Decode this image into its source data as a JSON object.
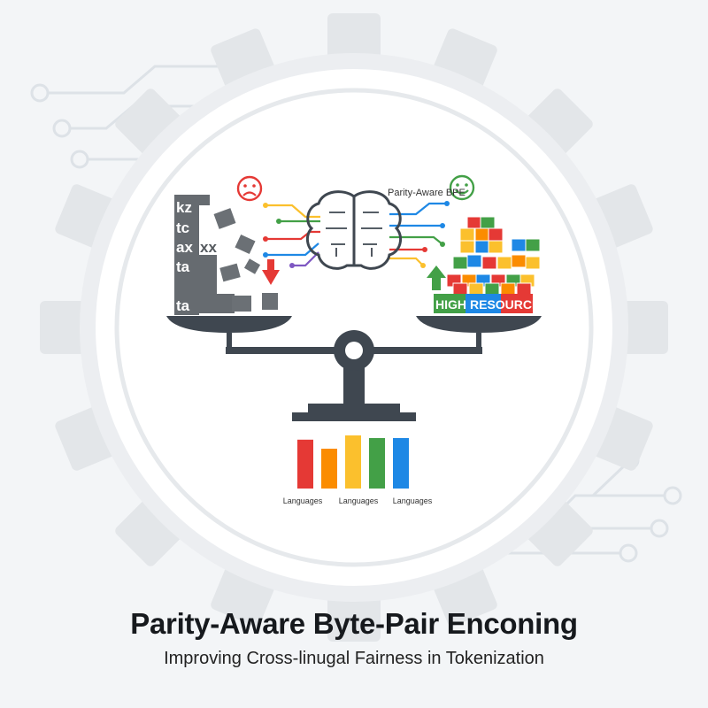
{
  "title": "Parity-Aware Byte-Pair Enconing",
  "subtitle": "Improving Cross-linugal Fairness in Tokenization",
  "brain_label": "Parity-Aware BPE",
  "low_resource_tokens": [
    "kz",
    "tc",
    "ax",
    "xx",
    "ta",
    "ta"
  ],
  "high_resource_label_part1": "HIGH",
  "high_resource_label_part2": "RESOURCE",
  "sad_face": "sad-face",
  "happy_face": "happy-face",
  "colors": {
    "red": "#e53935",
    "orange": "#fb8c00",
    "yellow": "#fbc02d",
    "green": "#43a047",
    "blue": "#1e88e5",
    "purple": "#7e57c2",
    "dark": "#424a52",
    "gray_block": "#6b7075"
  },
  "chart_data": {
    "type": "bar",
    "series_colors": [
      "#e53935",
      "#fb8c00",
      "#fbc02d",
      "#43a047",
      "#1e88e5"
    ],
    "values": [
      0.92,
      0.75,
      1.0,
      0.95,
      0.95
    ],
    "labels": [
      "Languages",
      "Languages",
      "Languages"
    ]
  }
}
